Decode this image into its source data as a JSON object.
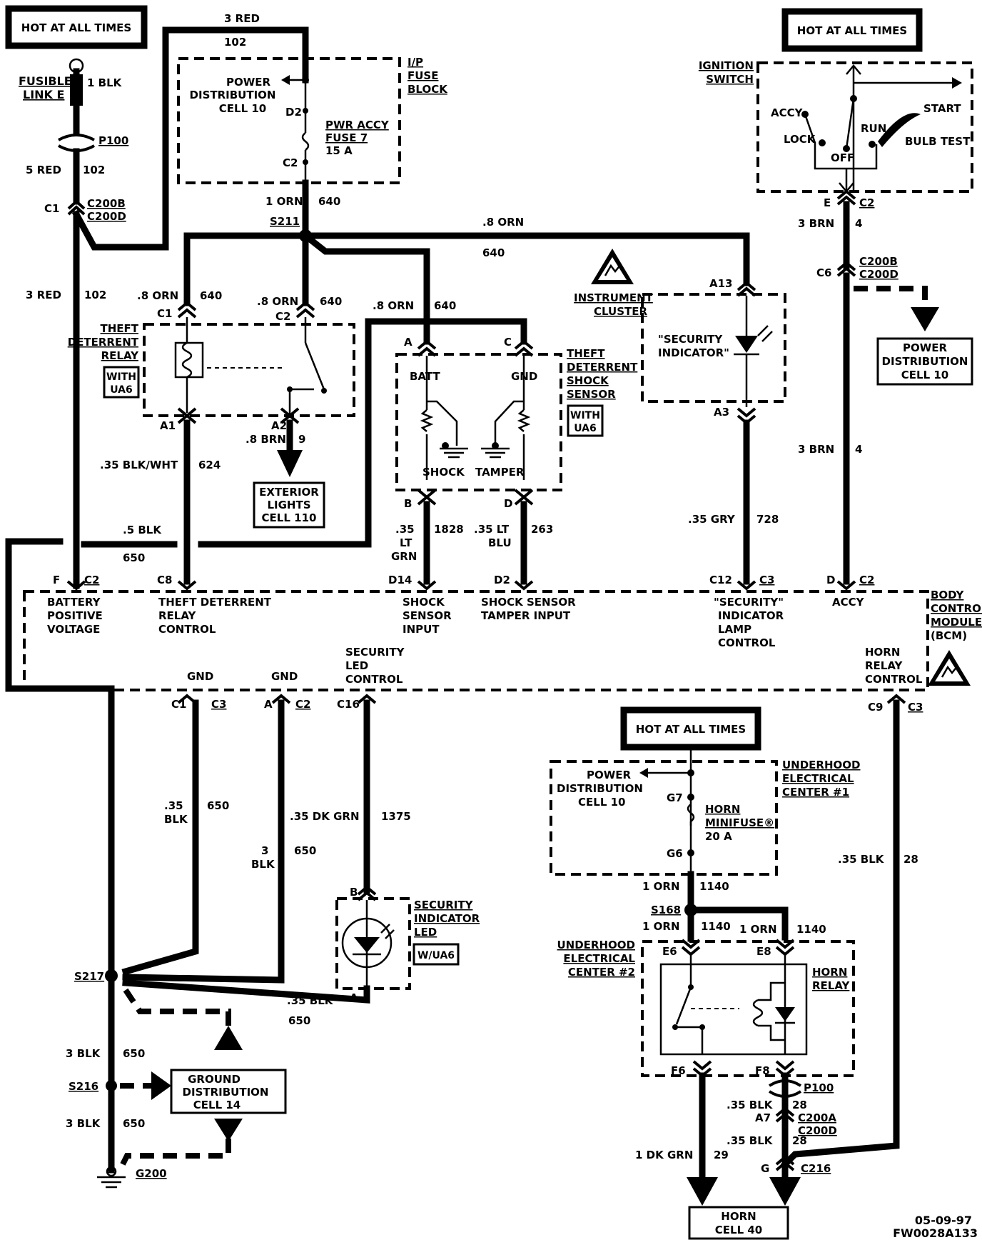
{
  "hot_boxes": {
    "left": "HOT AT ALL TIMES",
    "right": "HOT AT ALL TIMES",
    "lower": "HOT AT ALL TIMES"
  },
  "fusible_link": {
    "name_line1": "FUSIBLE",
    "name_line2": "LINK E",
    "wire": "1 BLK",
    "connector": "P100"
  },
  "wires": {
    "red_3": "3 RED",
    "red_3_circuit": "102",
    "red_5": "5 RED",
    "red_5_circuit": "102",
    "red_3b": "3 RED",
    "red_3b_circuit": "102",
    "orn_1": "1 ORN",
    "orn_1_circuit": "640",
    "orn_08_top": ".8 ORN",
    "orn_08_top_circuit": "640",
    "orn_08_c1": ".8 ORN",
    "orn_08_c1_circuit": "640",
    "orn_08_c2": ".8 ORN",
    "orn_08_c2_circuit": "640",
    "orn_08_sensor": ".8 ORN",
    "orn_08_sensor_circuit": "640",
    "brn_08": ".8 BRN",
    "brn_08_circuit": "9",
    "blk_wht": ".35 BLK/WHT",
    "blk_wht_circuit": "624",
    "blk_05": ".5 BLK",
    "blk_05_circuit": "650",
    "lt_grn_1": ".35",
    "lt_grn_2": "LT",
    "lt_grn_3": "GRN",
    "lt_grn_circuit": "1828",
    "lt_blu_1": ".35 LT",
    "lt_blu_2": "BLU",
    "lt_blu_circuit": "263",
    "gry": ".35 GRY",
    "gry_circuit": "728",
    "brn_3_top": "3 BRN",
    "brn_3_top_circuit": "4",
    "brn_3_mid": "3 BRN",
    "brn_3_mid_circuit": "4",
    "blk_035_a1": ".35",
    "blk_035_a2": "BLK",
    "blk_035_a_circuit": "650",
    "blk_3_a1": "3",
    "blk_3_a2": "BLK",
    "blk_3_a_circuit": "650",
    "dk_grn_035": ".35 DK GRN",
    "dk_grn_035_circuit": "1375",
    "blk_035_led": ".35 BLK",
    "blk_035_led_circuit": "650",
    "blk_3_s216_top": "3 BLK",
    "blk_3_s216_top_circuit": "650",
    "blk_3_s216_bot": "3 BLK",
    "blk_3_s216_bot_circuit": "650",
    "horn_blk": ".35 BLK",
    "horn_blk_circuit": "28",
    "orn_horn_a": "1 ORN",
    "orn_horn_a_circuit": "1140",
    "orn_horn_b": "1 ORN",
    "orn_horn_b_circuit": "1140",
    "orn_horn_c": "1 ORN",
    "orn_horn_c_circuit": "1140",
    "dk_grn_1": "1 DK GRN",
    "dk_grn_1_circuit": "29",
    "blk_035_p100": ".35 BLK",
    "blk_035_p100_circuit": "28",
    "blk_035_c200": ".35 BLK",
    "blk_035_c200_circuit": "28"
  },
  "connectors": {
    "c1_c200": "C1",
    "c200b": "C200B",
    "c200d": "C200D",
    "s211": "S211",
    "d2": "D2",
    "c2": "C2",
    "relay_c1": "C1",
    "relay_c2": "C2",
    "relay_a1": "A1",
    "relay_a2": "A2",
    "sensor_a": "A",
    "sensor_c": "C",
    "sensor_b": "B",
    "sensor_d": "D",
    "cluster_a13": "A13",
    "cluster_a3": "A3",
    "ign_e": "E",
    "ign_c2": "C2",
    "c6": "C6",
    "c200b_r": "C200B",
    "c200d_r": "C200D",
    "bcm_f": "F",
    "bcm_f_c2": "C2",
    "bcm_c8": "C8",
    "bcm_d14": "D14",
    "bcm_d2": "D2",
    "bcm_c12": "C12",
    "bcm_c12_c3": "C3",
    "bcm_d": "D",
    "bcm_d_c2": "C2",
    "bcm_c1": "C1",
    "bcm_c1_c3": "C3",
    "bcm_a": "A",
    "bcm_a_c2": "C2",
    "bcm_c16": "C16",
    "bcm_c9": "C9",
    "bcm_c9_c3": "C3",
    "led_b": "B",
    "led_a": "A",
    "s217": "S217",
    "s216": "S216",
    "g200": "G200",
    "g7": "G7",
    "g6": "G6",
    "s168": "S168",
    "e6": "E6",
    "e8": "E8",
    "f6": "F6",
    "f8": "F8",
    "p100_r": "P100",
    "a7": "A7",
    "c200a": "C200A",
    "c200d_b": "C200D",
    "g_c216": "G",
    "c216": "C216"
  },
  "components": {
    "ip_fuse_block": [
      "I/P",
      "FUSE",
      "BLOCK"
    ],
    "power_dist_top": [
      "POWER",
      "DISTRIBUTION",
      "CELL 10"
    ],
    "pwr_accy_fuse": [
      "PWR ACCY",
      "FUSE 7",
      "15 A"
    ],
    "theft_relay": [
      "THEFT",
      "DETERRENT",
      "RELAY"
    ],
    "with_ua6_relay": [
      "WITH",
      "UA6"
    ],
    "exterior_lights": [
      "EXTERIOR",
      "LIGHTS",
      "CELL 110"
    ],
    "shock_sensor": [
      "THEFT",
      "DETERRENT",
      "SHOCK",
      "SENSOR"
    ],
    "with_ua6_sensor": [
      "WITH",
      "UA6"
    ],
    "sensor_batt": "BATT",
    "sensor_gnd": "GND",
    "sensor_shock": "SHOCK",
    "sensor_tamper": "TAMPER",
    "instrument_cluster": [
      "INSTRUMENT",
      "CLUSTER"
    ],
    "security_indicator": [
      "\"SECURITY",
      "INDICATOR\""
    ],
    "ignition_switch": [
      "IGNITION",
      "SWITCH"
    ],
    "ign_accy": "ACCY",
    "ign_lock": "LOCK",
    "ign_off": "OFF",
    "ign_run": "RUN",
    "ign_start": "START",
    "ign_bulb_test": "BULB TEST",
    "power_dist_right": [
      "POWER",
      "DISTRIBUTION",
      "CELL 10"
    ],
    "bcm": [
      "BODY",
      "CONTROL",
      "MODULE",
      "(BCM)"
    ],
    "bcm_battery": [
      "BATTERY",
      "POSITIVE",
      "VOLTAGE"
    ],
    "bcm_theft": [
      "THEFT DETERRENT",
      "RELAY",
      "CONTROL"
    ],
    "bcm_shock": [
      "SHOCK",
      "SENSOR",
      "INPUT"
    ],
    "bcm_tamper": [
      "SHOCK SENSOR",
      "TAMPER INPUT"
    ],
    "bcm_security": [
      "\"SECURITY\"",
      "INDICATOR",
      "LAMP",
      "CONTROL"
    ],
    "bcm_accy": "ACCY",
    "bcm_horn": [
      "HORN",
      "RELAY",
      "CONTROL"
    ],
    "bcm_gnd1": "GND",
    "bcm_gnd2": "GND",
    "bcm_security_led": [
      "SECURITY",
      "LED",
      "CONTROL"
    ],
    "security_led": [
      "SECURITY",
      "INDICATOR",
      "LED"
    ],
    "w_ua6": "W/UA6",
    "ground_dist": [
      "GROUND",
      "DISTRIBUTION",
      "CELL 14"
    ],
    "uec1": [
      "UNDERHOOD",
      "ELECTRICAL",
      "CENTER #1"
    ],
    "power_dist_lower": [
      "POWER",
      "DISTRIBUTION",
      "CELL 10"
    ],
    "horn_minifuse": [
      "HORN",
      "MINIFUSE®",
      "20 A"
    ],
    "uec2": [
      "UNDERHOOD",
      "ELECTRICAL",
      "CENTER #2"
    ],
    "horn_relay": [
      "HORN",
      "RELAY"
    ],
    "horn_cell": [
      "HORN",
      "CELL 40"
    ]
  },
  "footer": {
    "date": "05-09-97",
    "code": "FW0028A133"
  }
}
